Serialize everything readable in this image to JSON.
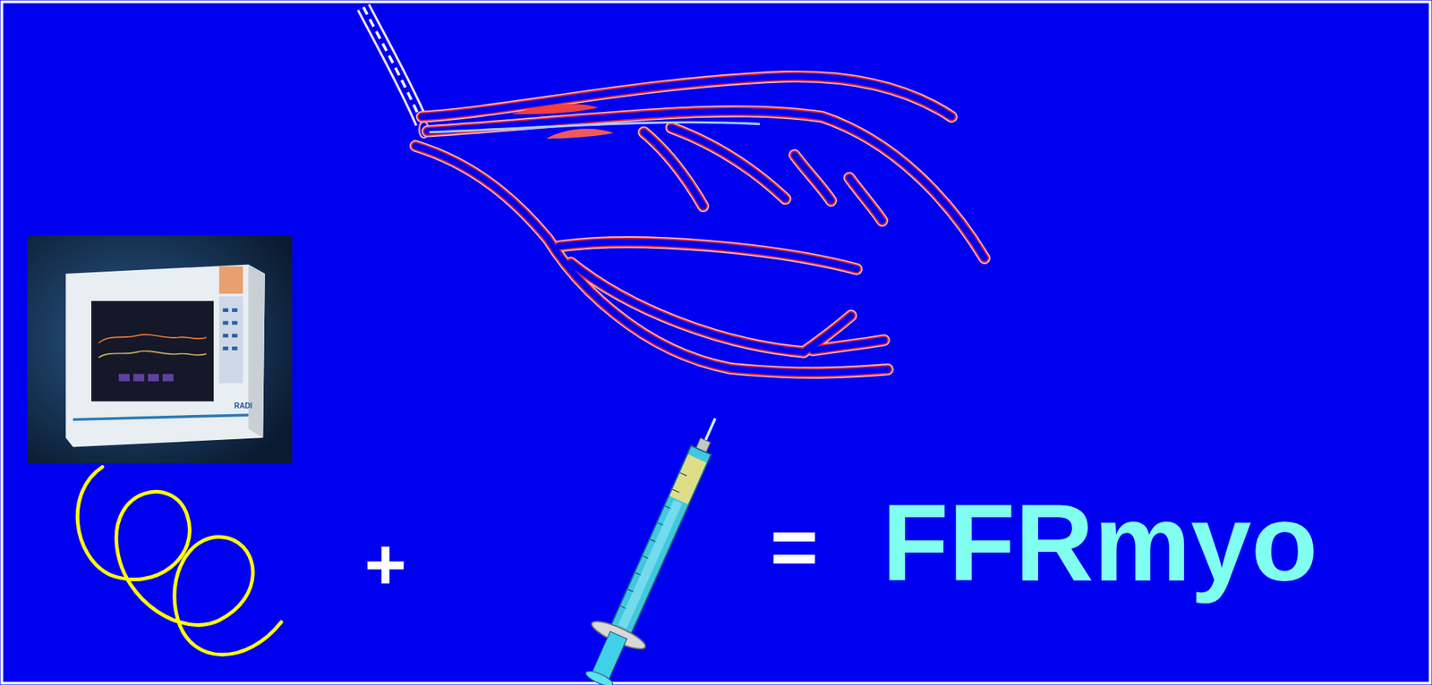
{
  "diagram": {
    "labels": [
      "RADI",
      "+",
      "=",
      "FFRmyo"
    ]
  }
}
